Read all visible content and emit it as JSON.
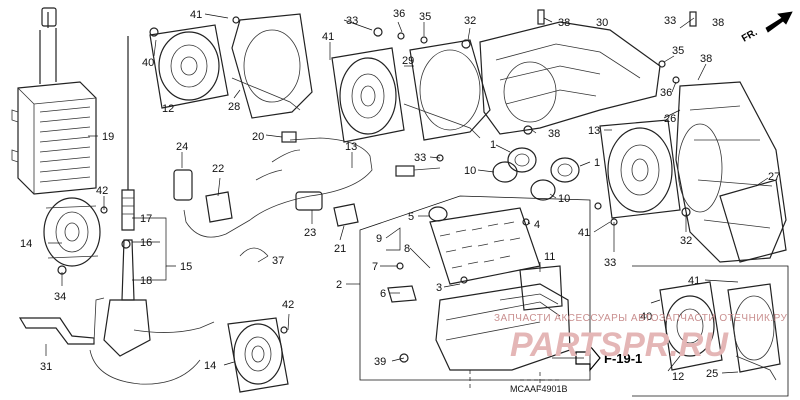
{
  "callouts": [
    {
      "id": "c-41a",
      "text": "41"
    },
    {
      "id": "c-40a",
      "text": "40"
    },
    {
      "id": "c-12a",
      "text": "12"
    },
    {
      "id": "c-28",
      "text": "28"
    },
    {
      "id": "c-33a",
      "text": "33"
    },
    {
      "id": "c-36a",
      "text": "36"
    },
    {
      "id": "c-35a",
      "text": "35"
    },
    {
      "id": "c-32a",
      "text": "32"
    },
    {
      "id": "c-38a",
      "text": "38"
    },
    {
      "id": "c-30",
      "text": "30"
    },
    {
      "id": "c-33b",
      "text": "33"
    },
    {
      "id": "c-38b",
      "text": "38"
    },
    {
      "id": "c-41b",
      "text": "41"
    },
    {
      "id": "c-29",
      "text": "29"
    },
    {
      "id": "c-35b",
      "text": "35"
    },
    {
      "id": "c-38c",
      "text": "38"
    },
    {
      "id": "c-36b",
      "text": "36"
    },
    {
      "id": "c-19",
      "text": "19"
    },
    {
      "id": "c-24",
      "text": "24"
    },
    {
      "id": "c-20",
      "text": "20"
    },
    {
      "id": "c-13a",
      "text": "13"
    },
    {
      "id": "c-38d",
      "text": "38"
    },
    {
      "id": "c-1a",
      "text": "1"
    },
    {
      "id": "c-13b",
      "text": "13"
    },
    {
      "id": "c-26",
      "text": "26"
    },
    {
      "id": "c-22",
      "text": "22"
    },
    {
      "id": "c-33c",
      "text": "33"
    },
    {
      "id": "c-10a",
      "text": "10"
    },
    {
      "id": "c-1b",
      "text": "1"
    },
    {
      "id": "c-42a",
      "text": "42"
    },
    {
      "id": "c-27",
      "text": "27"
    },
    {
      "id": "c-10b",
      "text": "10"
    },
    {
      "id": "c-5",
      "text": "5"
    },
    {
      "id": "c-17",
      "text": "17"
    },
    {
      "id": "c-23",
      "text": "23"
    },
    {
      "id": "c-21",
      "text": "21"
    },
    {
      "id": "c-4",
      "text": "4"
    },
    {
      "id": "c-41c",
      "text": "41"
    },
    {
      "id": "c-32b",
      "text": "32"
    },
    {
      "id": "c-14a",
      "text": "14"
    },
    {
      "id": "c-16",
      "text": "16"
    },
    {
      "id": "c-9",
      "text": "9"
    },
    {
      "id": "c-8",
      "text": "8"
    },
    {
      "id": "c-37",
      "text": "37"
    },
    {
      "id": "c-15",
      "text": "15"
    },
    {
      "id": "c-7",
      "text": "7"
    },
    {
      "id": "c-33d",
      "text": "33"
    },
    {
      "id": "c-11",
      "text": "11"
    },
    {
      "id": "c-18",
      "text": "18"
    },
    {
      "id": "c-2",
      "text": "2"
    },
    {
      "id": "c-34",
      "text": "34"
    },
    {
      "id": "c-3",
      "text": "3"
    },
    {
      "id": "c-41d",
      "text": "41"
    },
    {
      "id": "c-6",
      "text": "6"
    },
    {
      "id": "c-42b",
      "text": "42"
    },
    {
      "id": "c-40b",
      "text": "40"
    },
    {
      "id": "c-31",
      "text": "31"
    },
    {
      "id": "c-14b",
      "text": "14"
    },
    {
      "id": "c-39",
      "text": "39"
    },
    {
      "id": "c-12b",
      "text": "12"
    },
    {
      "id": "c-25",
      "text": "25"
    }
  ],
  "direction_label": "FR.",
  "reference_label": "F-19-1",
  "diagram_code": "MCAAF4901B",
  "watermark": {
    "line1": "ЗАПЧАСТИ АКСЕССУАРЫ АВТОЗАПЧАСТИ ОТЕЧНИК.РУ",
    "line2": "PARTSPR.RU"
  }
}
